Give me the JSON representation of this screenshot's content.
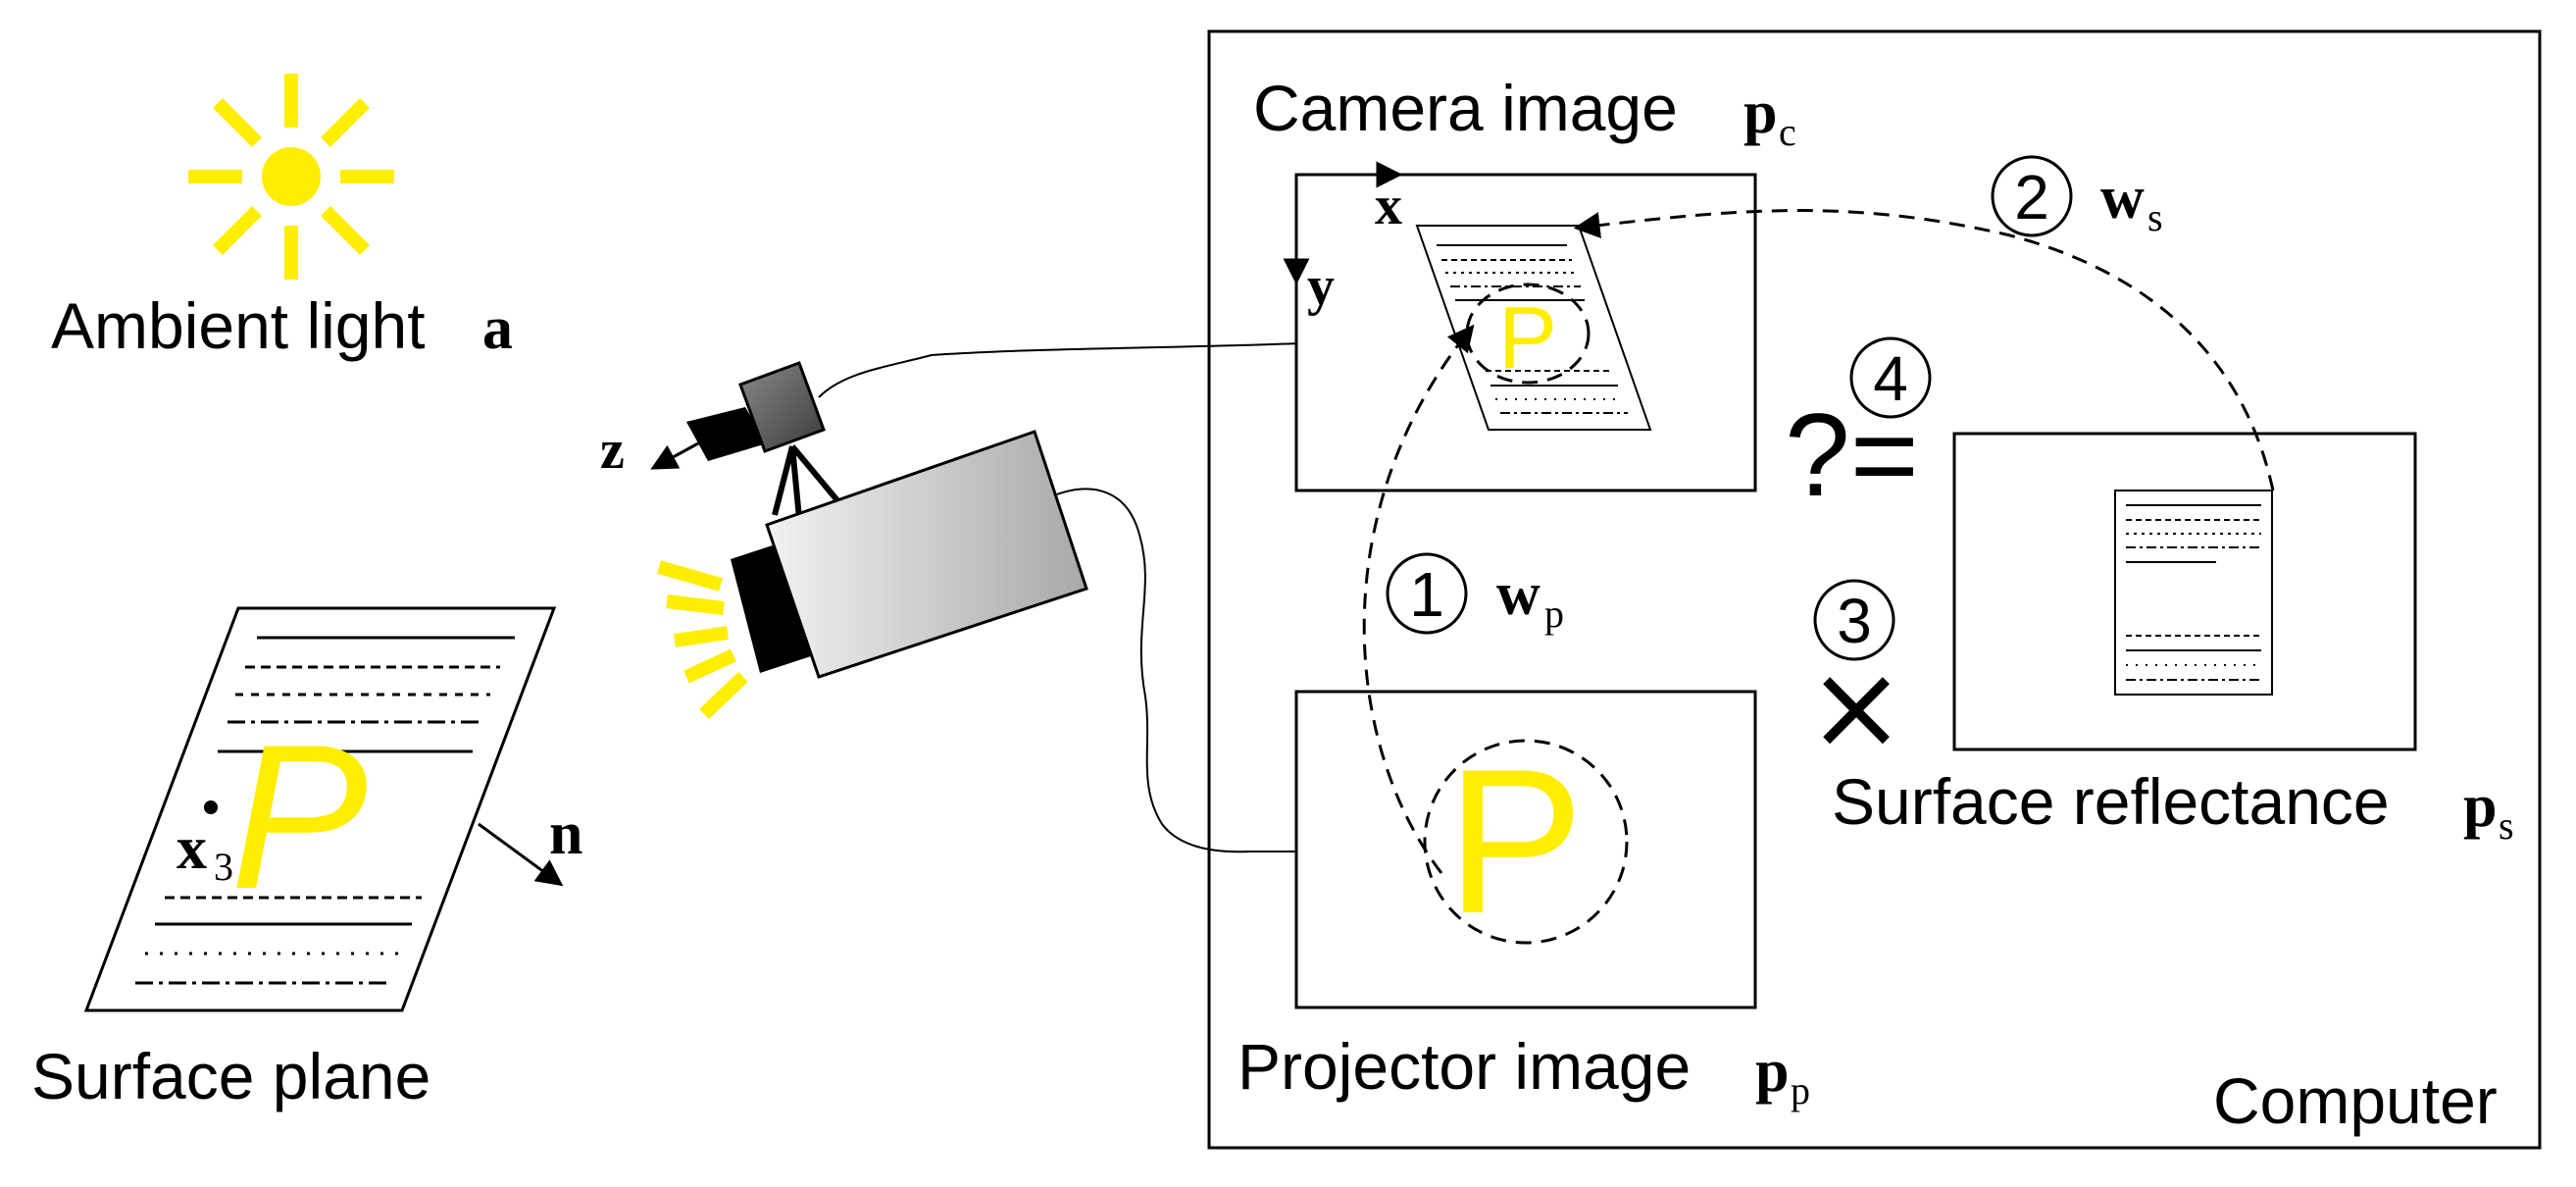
{
  "labels": {
    "ambient_light": "Ambient light",
    "ambient_symbol": "a",
    "surface_plane": "Surface plane",
    "point_symbol": "x",
    "point_subscript": "3",
    "normal_symbol": "n",
    "z_axis": "z",
    "x_axis": "x",
    "y_axis": "y",
    "camera_image": "Camera image",
    "camera_symbol": "p",
    "camera_subscript": "c",
    "projector_image": "Projector image",
    "projector_symbol": "p",
    "projector_subscript": "p",
    "surface_reflectance": "Surface reflectance",
    "reflectance_symbol": "p",
    "reflectance_subscript": "s",
    "computer": "Computer",
    "projected_letter": "P"
  },
  "steps": [
    {
      "number": "1",
      "symbol": "w",
      "subscript": "p"
    },
    {
      "number": "2",
      "symbol": "w",
      "subscript": "s"
    },
    {
      "number": "3",
      "operator": "×"
    },
    {
      "number": "4",
      "operator": "?="
    }
  ],
  "colors": {
    "light": "#ffee00",
    "camera_body": "#555555",
    "projector_body": "#cfcfcf",
    "ink": "#000000"
  }
}
